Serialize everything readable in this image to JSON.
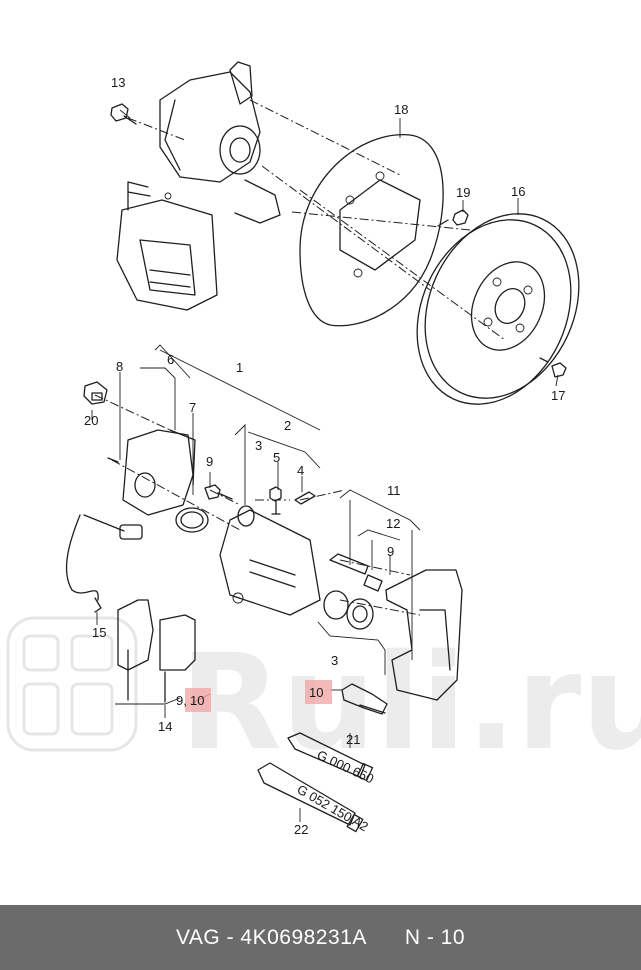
{
  "callouts": {
    "c13": "13",
    "c18": "18",
    "c19": "19",
    "c16": "16",
    "c17": "17",
    "c8": "8",
    "c6": "6",
    "c1": "1",
    "c7": "7",
    "c20": "20",
    "c3a": "3",
    "c2": "2",
    "c9a": "9",
    "c5": "5",
    "c4": "4",
    "c11": "11",
    "c12": "12",
    "c9b": "9",
    "c3b": "3",
    "c10a": "10",
    "c15": "15",
    "c9c": "9,",
    "c10b": "10",
    "c14": "14",
    "c21": "21",
    "c22": "22"
  },
  "tube_texts": {
    "t21": "G 000 650",
    "t22": "G 052 150 A2"
  },
  "watermark": {
    "text": "Ruli.ru"
  },
  "highlight_color": "#f2a7a7",
  "footer": {
    "brand": "VAG",
    "part_number": "4K0698231A",
    "sep": " - ",
    "page": "N - 10"
  }
}
